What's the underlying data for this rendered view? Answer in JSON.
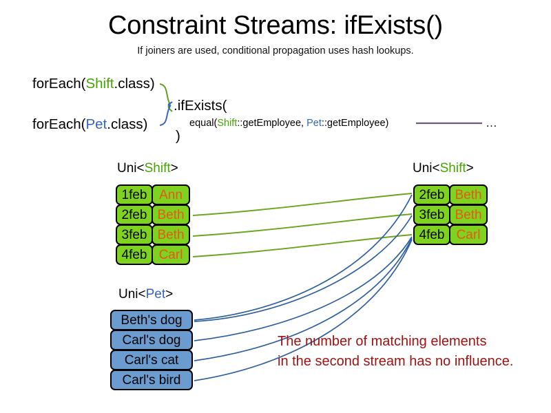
{
  "header": {
    "title": "Constraint Streams: ifExists()",
    "subtitle": "If joiners are used, conditional propagation uses hash lookups."
  },
  "code": {
    "foreach_shift": {
      "prefix": "forEach(",
      "type": "Shift",
      "suffix": ".class)"
    },
    "foreach_pet": {
      "prefix": "forEach(",
      "type": "Pet",
      "suffix": ".class)"
    },
    "if_exists": ".ifExists(",
    "close_paren": ")",
    "equal": {
      "prefix": "equal(",
      "left_type": "Shift",
      "left_method": "::getEmployee, ",
      "right_type": "Pet",
      "right_method": "::getEmployee)"
    },
    "ellipsis": "…",
    "colors": {
      "shift": "#45a401",
      "pet": "#3465c0",
      "joiner_line": "#6b5b80"
    }
  },
  "streams": {
    "left_shift": {
      "label_prefix": "Uni<",
      "label_type": "Shift",
      "label_suffix": ">",
      "columns": [
        "date",
        "employee"
      ],
      "rows": [
        {
          "date": "1feb",
          "employee": "Ann"
        },
        {
          "date": "2feb",
          "employee": "Beth"
        },
        {
          "date": "3feb",
          "employee": "Beth"
        },
        {
          "date": "4feb",
          "employee": "Carl"
        }
      ]
    },
    "right_shift": {
      "label_prefix": "Uni<",
      "label_type": "Shift",
      "label_suffix": ">",
      "columns": [
        "date",
        "employee"
      ],
      "rows": [
        {
          "date": "2feb",
          "employee": "Beth"
        },
        {
          "date": "3feb",
          "employee": "Beth"
        },
        {
          "date": "4feb",
          "employee": "Carl"
        }
      ]
    },
    "pet": {
      "label_prefix": "Uni<",
      "label_type": "Pet",
      "label_suffix": ">",
      "columns": [
        "pet"
      ],
      "rows": [
        {
          "pet": "Beth's dog"
        },
        {
          "pet": "Carl's dog"
        },
        {
          "pet": "Carl's cat"
        },
        {
          "pet": "Carl's bird"
        }
      ]
    },
    "colors": {
      "shift_fill": "#7ed321",
      "pet_fill": "#6a9ccf",
      "border": "#000000",
      "employee_text": "#e8571a",
      "wire_green": "#6aa61e",
      "wire_blue": "#2e5f9e"
    }
  },
  "annotation": {
    "line1": "The number of matching elements",
    "line2": "in the second stream has no influence.",
    "color": "#a01212"
  }
}
